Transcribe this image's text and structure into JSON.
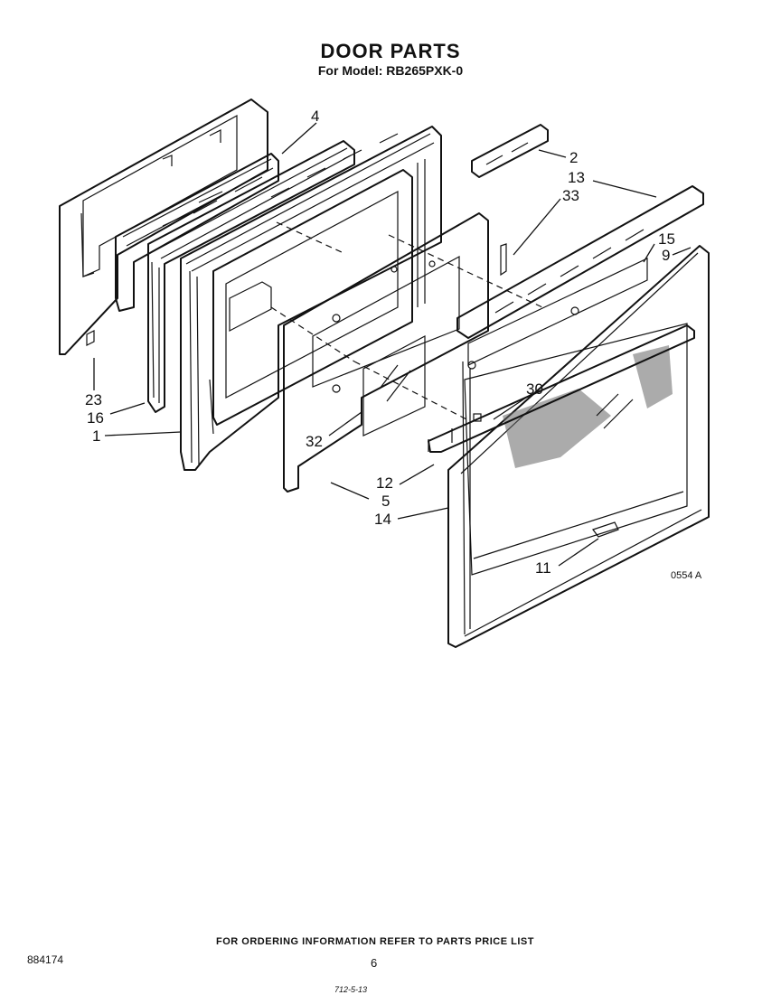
{
  "header": {
    "title": "DOOR PARTS",
    "model_line": "For Model: RB265PXK-0"
  },
  "callouts": [
    "1",
    "2",
    "4",
    "5",
    "9",
    "11",
    "12",
    "13",
    "14",
    "15",
    "16",
    "23",
    "30",
    "32",
    "33"
  ],
  "figure_code": "0554 A",
  "footer": {
    "ordering_note": "FOR ORDERING INFORMATION REFER TO PARTS PRICE LIST",
    "document_number": "884174",
    "page_number": "6",
    "handwritten_note": "712-5-13"
  }
}
